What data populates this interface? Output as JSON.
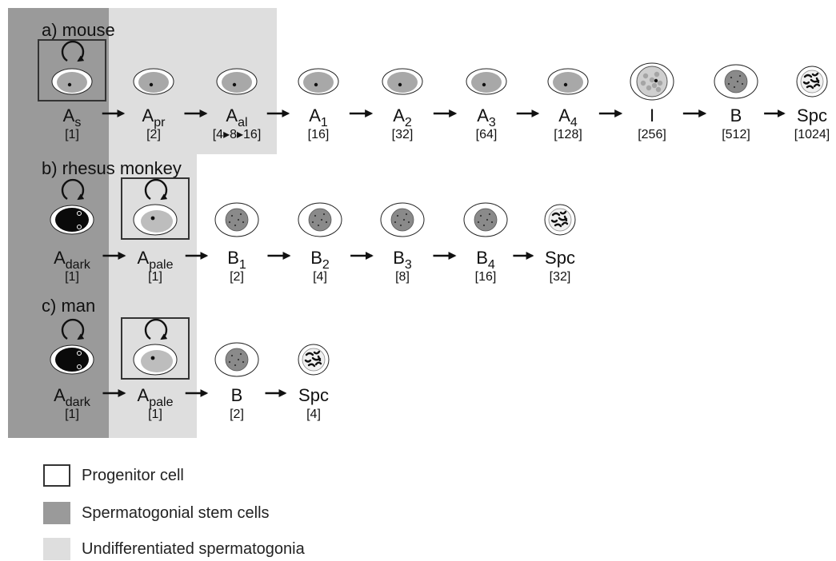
{
  "panels": [
    {
      "title": "a) mouse",
      "cells": [
        {
          "base": "A",
          "sub": "s",
          "count": "[1]",
          "type": "A-light",
          "loop": true,
          "progenitor": true
        },
        {
          "base": "A",
          "sub": "pr",
          "count": "[2]",
          "type": "A-light"
        },
        {
          "base": "A",
          "sub": "al",
          "count": "[4▸8▸16]",
          "type": "A-light"
        },
        {
          "base": "A",
          "sub": "1",
          "count": "[16]",
          "type": "A-light"
        },
        {
          "base": "A",
          "sub": "2",
          "count": "[32]",
          "type": "A-light"
        },
        {
          "base": "A",
          "sub": "3",
          "count": "[64]",
          "type": "A-light"
        },
        {
          "base": "A",
          "sub": "4",
          "count": "[128]",
          "type": "A-light"
        },
        {
          "base": "I",
          "sub": "",
          "count": "[256]",
          "type": "I"
        },
        {
          "base": "B",
          "sub": "",
          "count": "[512]",
          "type": "B"
        },
        {
          "base": "Spc",
          "sub": "",
          "count": "[1024]",
          "type": "Spc"
        }
      ]
    },
    {
      "title": "b) rhesus monkey",
      "cells": [
        {
          "base": "A",
          "sub": "dark",
          "count": "[1]",
          "type": "A-dark",
          "loop": true
        },
        {
          "base": "A",
          "sub": "pale",
          "count": "[1]",
          "type": "A-pale",
          "loop": true,
          "progenitor": true
        },
        {
          "base": "B",
          "sub": "1",
          "count": "[2]",
          "type": "B"
        },
        {
          "base": "B",
          "sub": "2",
          "count": "[4]",
          "type": "B"
        },
        {
          "base": "B",
          "sub": "3",
          "count": "[8]",
          "type": "B"
        },
        {
          "base": "B",
          "sub": "4",
          "count": "[16]",
          "type": "B"
        },
        {
          "base": "Spc",
          "sub": "",
          "count": "[32]",
          "type": "Spc"
        }
      ]
    },
    {
      "title": "c) man",
      "cells": [
        {
          "base": "A",
          "sub": "dark",
          "count": "[1]",
          "type": "A-dark",
          "loop": true
        },
        {
          "base": "A",
          "sub": "pale",
          "count": "[1]",
          "type": "A-pale",
          "loop": true,
          "progenitor": true
        },
        {
          "base": "B",
          "sub": "",
          "count": "[2]",
          "type": "B"
        },
        {
          "base": "Spc",
          "sub": "",
          "count": "[4]",
          "type": "Spc"
        }
      ]
    }
  ],
  "legend": {
    "progenitor": "Progenitor cell",
    "stem": "Spermatogonial stem cells",
    "undiff": "Undifferentiated spermatogonia"
  },
  "colors": {
    "stem_bg": "#9a9a9a",
    "undiff_bg": "#dedede",
    "nucleus_grey": "#a8a8a8",
    "nucleus_dark": "#8a8a8a",
    "nucleus_black": "#0a0a0a"
  }
}
